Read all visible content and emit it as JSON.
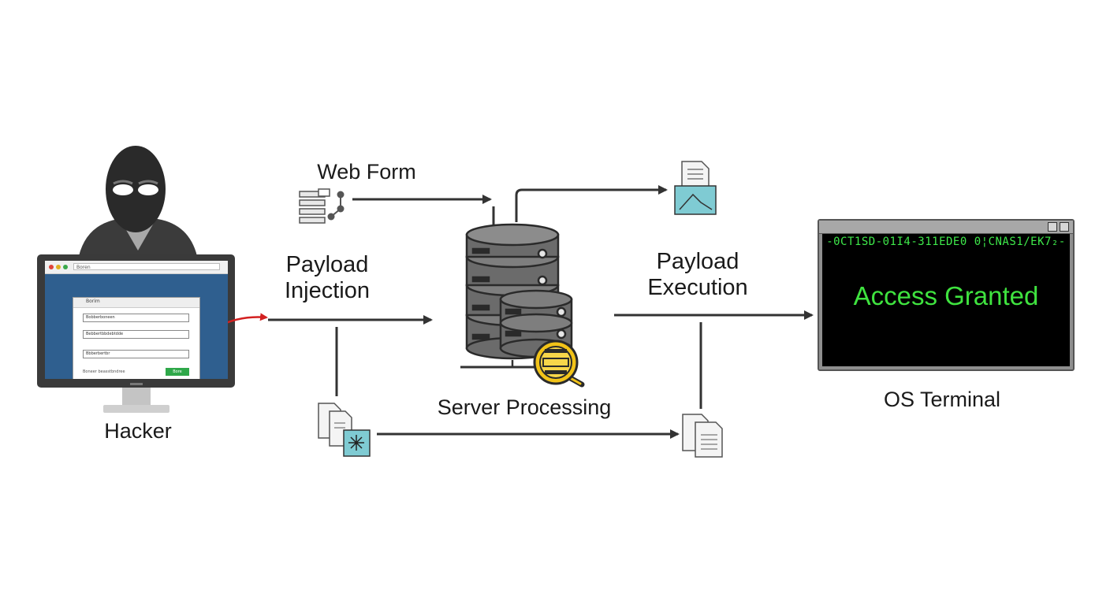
{
  "labels": {
    "web_form": "Web Form",
    "payload_injection_line1": "Payload",
    "payload_injection_line2": "Injection",
    "payload_execution_line1": "Payload",
    "payload_execution_line2": "Execution",
    "server_processing": "Server Processing",
    "hacker": "Hacker",
    "os_terminal": "OS Terminal"
  },
  "terminal": {
    "code_line": "-0CT1SD-01I4-311EDE0 0¦CNAS1/EK7₂-",
    "access_text": "Access Granted",
    "text_color": "#3fe33f"
  },
  "browser_form": {
    "address": "Boren",
    "header": "Borim",
    "fields": [
      "Bobberboneen",
      "Bebbertbbdebtdde",
      "Bbberbertbr"
    ],
    "note": "Boneer beasstbndree",
    "submit": "Bore"
  },
  "colors": {
    "arrow": "#333333",
    "payload_arrow": "#d32020",
    "server_body": "#6b6b6b",
    "badge": "#f2c318",
    "teal_doc": "#7fcbd3",
    "monitor_blue": "#2f5f8f"
  },
  "icons": [
    "hacker-icon",
    "monitor-icon",
    "web-form-icon",
    "server-stack-icon",
    "magnifier-badge-icon",
    "document-icon",
    "terminal-icon"
  ]
}
